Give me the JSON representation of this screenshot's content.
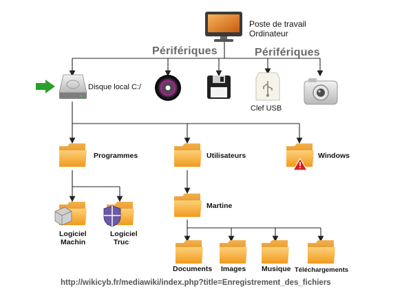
{
  "computer": {
    "line1": "Poste de travail",
    "line2": "Ordinateur"
  },
  "peripherals": {
    "left": "Périfériques",
    "right": "Périfériques"
  },
  "devices": {
    "disk": "Disque local C:/",
    "usb": "Clef USB"
  },
  "folders": {
    "programmes": "Programmes",
    "utilisateurs": "Utilisateurs",
    "windows": "Windows",
    "logiciel_machin": [
      "Logiciel",
      "Machin"
    ],
    "logiciel_truc": [
      "Logiciel",
      "Truc"
    ],
    "martine": "Martine",
    "documents": "Documents",
    "images": "Images",
    "musique": "Musique",
    "telechargements": "Téléchargements"
  },
  "footer_url": "http://wikicyb.fr/mediawiki/index.php?title=Enregistrement_des_fichiers",
  "icons": {
    "computer": "monitor-icon",
    "disk": "hard-drive-icon",
    "cd": "cd-icon",
    "floppy": "floppy-icon",
    "usb": "usb-drive-icon",
    "camera": "camera-icon",
    "pointer": "green-arrow-icon",
    "folder": "folder-icon"
  },
  "colors": {
    "line": "#222222",
    "folder": "#f6a623",
    "arrow": "#2aa02a",
    "monitor_screen": "#e07a1f"
  }
}
